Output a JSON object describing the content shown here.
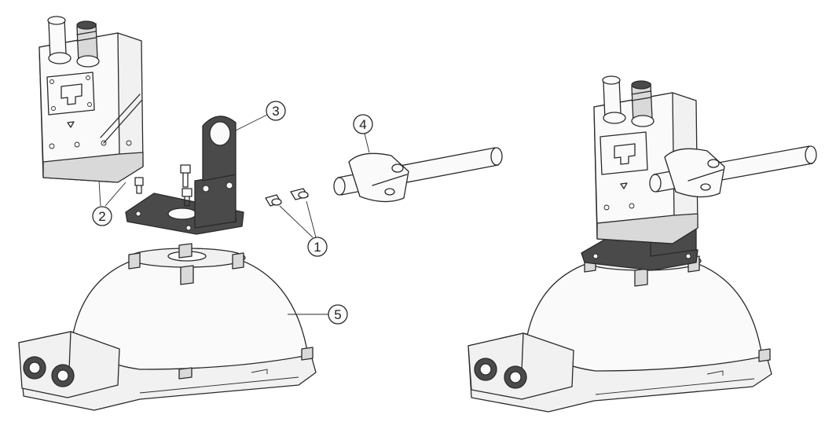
{
  "callouts": {
    "c1": "1",
    "c2": "2",
    "c3": "3",
    "c4": "4",
    "c5": "5"
  },
  "colors": {
    "line": "#2a2a2a",
    "bracket": "#4a4a4a",
    "housing": "#f1f1f1"
  }
}
